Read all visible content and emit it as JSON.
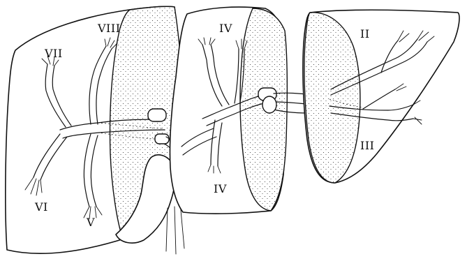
{
  "figure": {
    "segments": [
      {
        "id": "seg-ii",
        "label": "II"
      },
      {
        "id": "seg-iii",
        "label": "III"
      },
      {
        "id": "seg-iv-a",
        "label": "IV"
      },
      {
        "id": "seg-iv-b",
        "label": "IV"
      },
      {
        "id": "seg-v",
        "label": "V"
      },
      {
        "id": "seg-vi",
        "label": "VI"
      },
      {
        "id": "seg-vii",
        "label": "VII"
      },
      {
        "id": "seg-viii",
        "label": "VIII"
      }
    ]
  },
  "colors": {
    "ink": "#111111",
    "paper": "#ffffff"
  }
}
